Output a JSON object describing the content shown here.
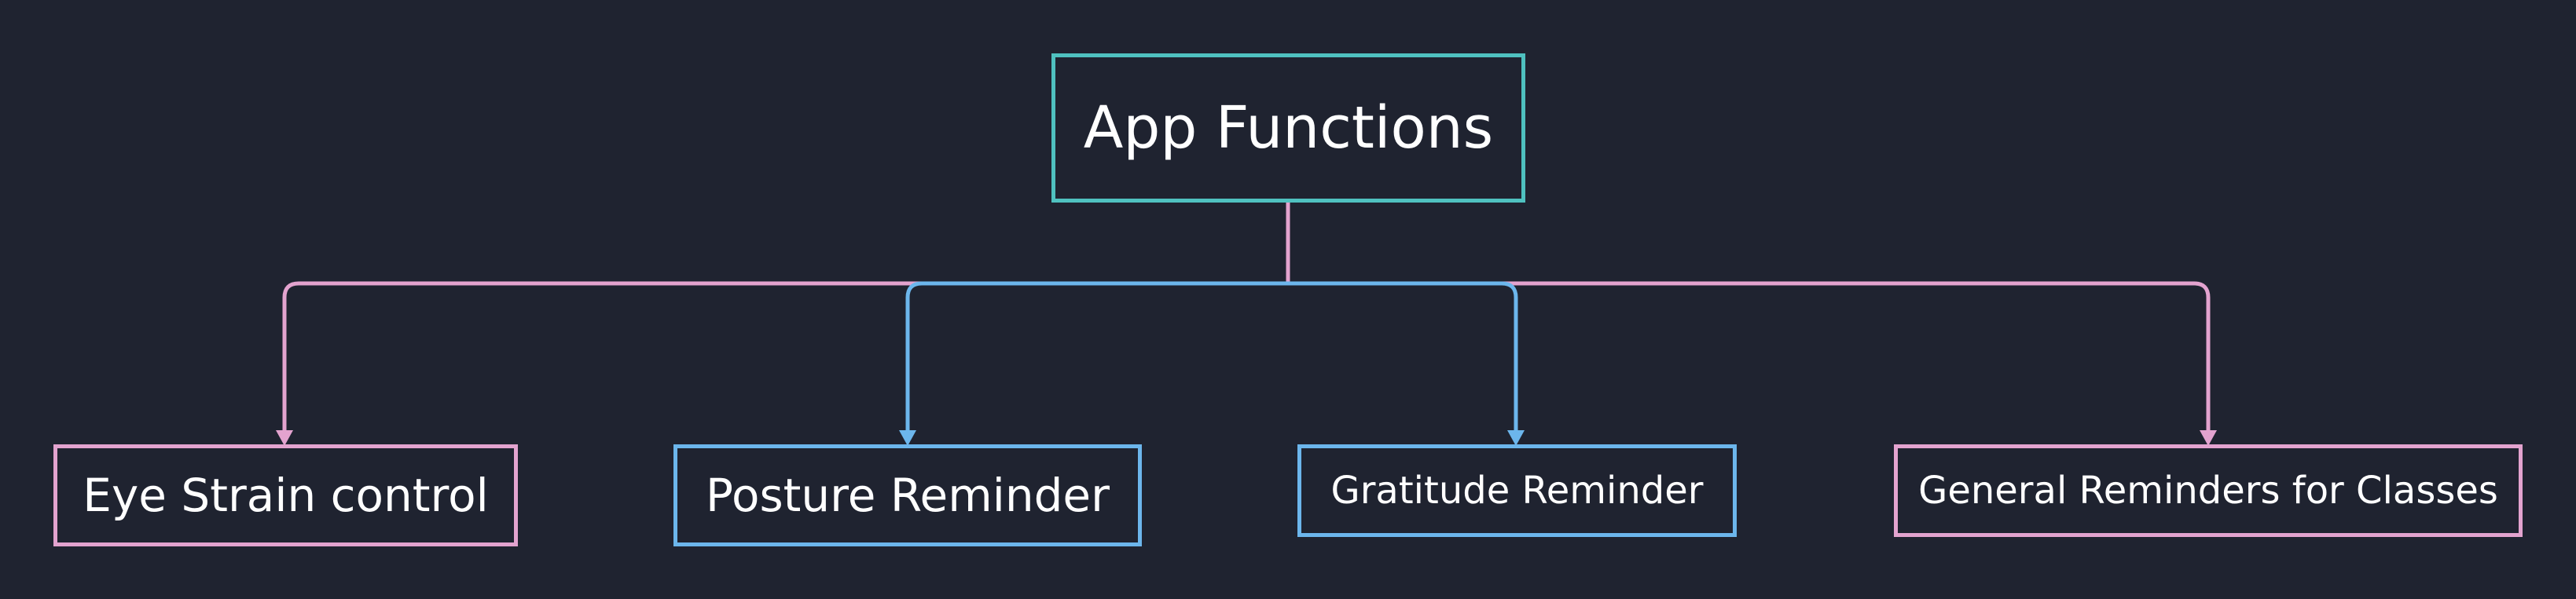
{
  "diagram": {
    "root": {
      "label": "App Functions"
    },
    "children": [
      {
        "label": "Eye Strain control"
      },
      {
        "label": "Posture Reminder"
      },
      {
        "label": "Gratitude Reminder"
      },
      {
        "label": "General Reminders for Classes"
      }
    ]
  },
  "colors": {
    "background": "#1f2330",
    "root_border": "#4fc1c0",
    "pink": "#e3a3cf",
    "blue": "#6cb6ec",
    "text": "#ffffff"
  }
}
